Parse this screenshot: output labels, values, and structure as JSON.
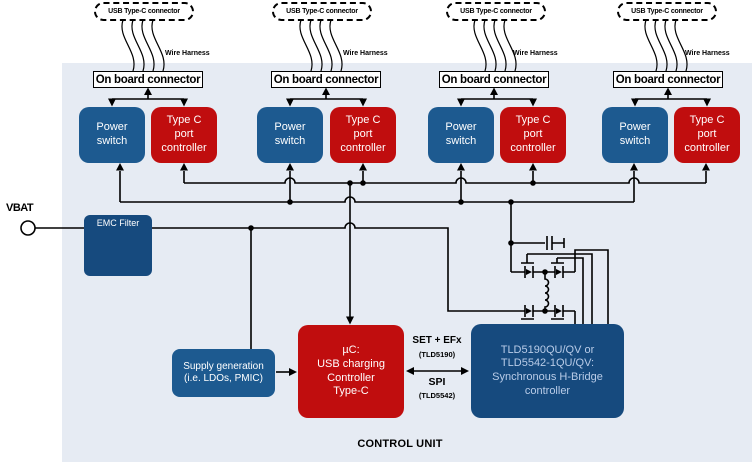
{
  "diagram_title": "CONTROL UNIT",
  "vbat": {
    "label": "VBAT"
  },
  "emc": {
    "label": "EMC Filter"
  },
  "columns": [
    {
      "usb_connector": "USB Type-C connector",
      "wire_harness": "Wire Harness",
      "onboard_connector": "On board connector",
      "power_switch": "Power\nswitch",
      "type_c_controller": "Type C\nport\ncontroller"
    },
    {
      "usb_connector": "USB Type-C connector",
      "wire_harness": "Wire Harness",
      "onboard_connector": "On board connector",
      "power_switch": "Power\nswitch",
      "type_c_controller": "Type C\nport\ncontroller"
    },
    {
      "usb_connector": "USB Type-C connector",
      "wire_harness": "Wire Harness",
      "onboard_connector": "On board connector",
      "power_switch": "Power\nswitch",
      "type_c_controller": "Type C\nport\ncontroller"
    },
    {
      "usb_connector": "USB Type-C connector",
      "wire_harness": "Wire Harness",
      "onboard_connector": "On board connector",
      "power_switch": "Power\nswitch",
      "type_c_controller": "Type C\nport\ncontroller"
    }
  ],
  "supply": {
    "label": "Supply generation\n(i.e. LDOs, PMIC)"
  },
  "uc": {
    "label": "µC:\nUSB charging\nController\nType-C"
  },
  "hbridge_controller": {
    "label": "TLD5190QU/QV or\nTLD5542-1QU/QV:\nSynchronous H-Bridge\ncontroller"
  },
  "links": {
    "set_efx": "SET + EFx",
    "set_efx_device": "(TLD5190)",
    "spi": "SPI",
    "spi_device": "(TLD5542)"
  },
  "colors": {
    "control_unit_bg": "#e6ebf3",
    "blue_box": "#1d5a90",
    "dark_blue_box": "#164a7e",
    "red_box": "#c00d0e",
    "tld_text": "#b9cce8",
    "wire": "#000000"
  }
}
